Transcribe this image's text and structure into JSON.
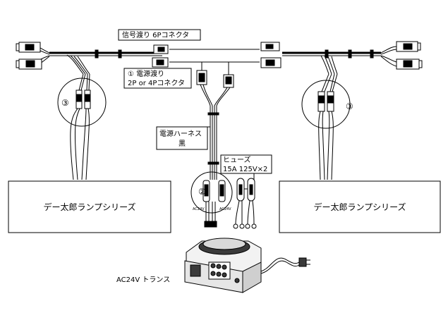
{
  "labels": {
    "signal_connector": "信号渡り 6Pコネクタ",
    "power_connector_line1": "① 電源渡り",
    "power_connector_line2": "2P or 4Pコネクタ",
    "power_harness_line1": "電源ハーネス",
    "power_harness_line2": "黒",
    "fuse_line1": "ヒューズ",
    "fuse_line2": "15A 125V×2",
    "lamp_left": "デー太郎ランプシリーズ",
    "lamp_right": "デー太郎ランプシリーズ",
    "transformer": "AC24V トランス",
    "marker_2": "②",
    "marker_3_left": "③",
    "marker_3_right": "③",
    "tiny_left": "AC24V",
    "tiny_right": "AC24V"
  },
  "colors": {
    "line": "#000000",
    "background": "#ffffff",
    "device_fill": "#f2f2f2",
    "device_dark": "#3a3a3a"
  },
  "icons": {
    "connector": "connector-icon",
    "transformer": "transformer-icon",
    "plug": "plug-icon",
    "fuse": "fuse-icon"
  }
}
